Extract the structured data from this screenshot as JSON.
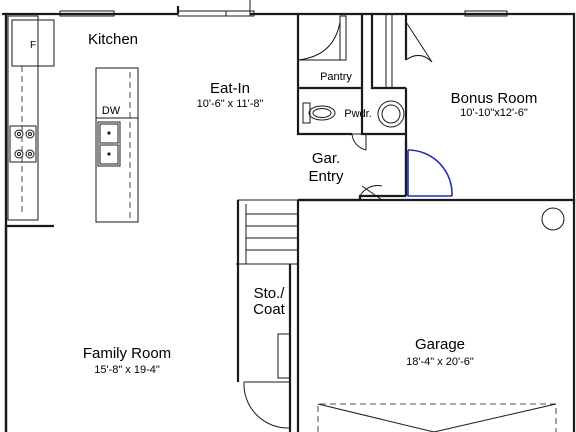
{
  "rooms": {
    "kitchen": {
      "name": "Kitchen"
    },
    "eat_in": {
      "name": "Eat-In",
      "size": "10'-6\" x 11'-8\""
    },
    "pantry": {
      "name": "Pantry"
    },
    "powder": {
      "name": "Pwdr."
    },
    "bonus": {
      "name": "Bonus Room",
      "size": "10'-10\"x12'-6\""
    },
    "gar_entry": {
      "line1": "Gar.",
      "line2": "Entry"
    },
    "storage": {
      "line1": "Sto./",
      "line2": "Coat"
    },
    "family": {
      "name": "Family Room",
      "size": "15'-8\" x 19-4\""
    },
    "garage": {
      "name": "Garage",
      "size": "18'-4\" x 20'-6\""
    }
  },
  "fixtures": {
    "fridge": "F",
    "dishwasher": "DW"
  },
  "colors": {
    "walls": "#1a1a1a",
    "door_highlight": "#1f2db8",
    "background": "#ffffff"
  }
}
